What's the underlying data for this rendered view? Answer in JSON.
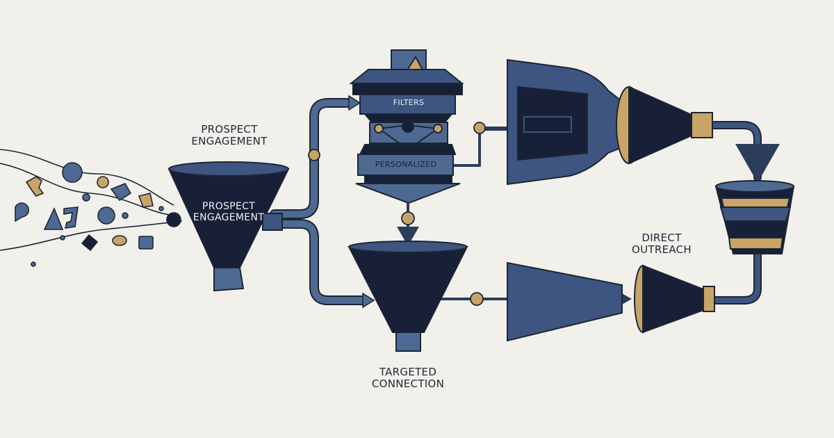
{
  "labels": {
    "prospect_top": [
      "PROSPECT",
      "ENGAGEMENT"
    ],
    "prospect_funnel": [
      "PROSPECT",
      "ENGAGEMENT"
    ],
    "filters": "FILTERS",
    "personalized": "PERSONALIZED",
    "targeted": [
      "TARGETED",
      "CONNECTION"
    ],
    "direct": [
      "DIRECT",
      "OUTREACH"
    ]
  },
  "colors": {
    "background": "#f2f0ea",
    "navy_dark": "#172036",
    "navy_mid": "#3d5580",
    "slate": "#4e6a92",
    "gold": "#c8a466",
    "outline": "#1c2535"
  }
}
